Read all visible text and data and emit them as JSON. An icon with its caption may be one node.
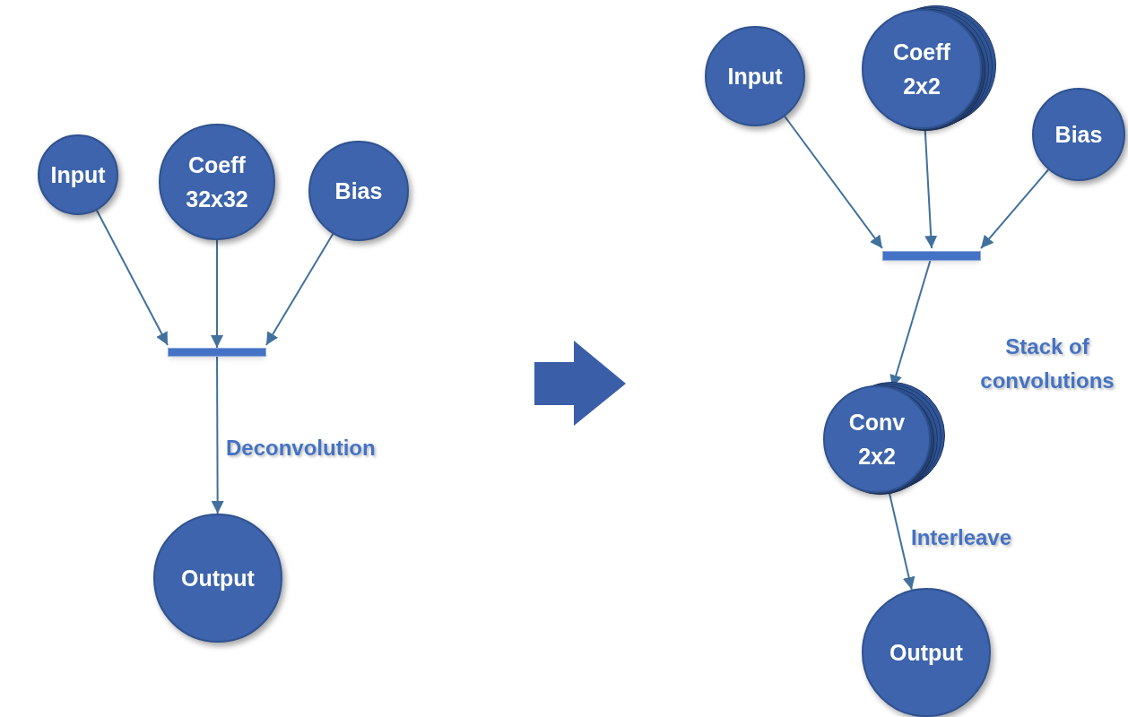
{
  "diagram": {
    "nodes": [
      {
        "text": [
          "Input"
        ]
      },
      {
        "text": [
          "Coeff 32x32"
        ]
      },
      {
        "text": [
          "Bias"
        ]
      },
      {
        "text": [],
        "shape": "bar"
      },
      {
        "text": [
          "Output"
        ]
      },
      {
        "text": [
          "Input"
        ]
      },
      {
        "text": [
          "Coeff 2x2"
        ]
      },
      {
        "text": [
          "Bias"
        ]
      },
      {
        "text": [],
        "shape": "bar"
      },
      {
        "text": [
          "Conv 2x2"
        ]
      },
      {
        "text": [
          "Output"
        ]
      }
    ],
    "edges": [
      {
        "from": 0,
        "to": 3,
        "arrow": "to"
      },
      {
        "from": 1,
        "to": 3,
        "arrow": "to"
      },
      {
        "from": 2,
        "to": 3,
        "arrow": "to"
      },
      {
        "from": 3,
        "to": 4,
        "arrow": "to",
        "label": "Deconvolution"
      },
      {
        "from": 5,
        "to": 8,
        "arrow": "to"
      },
      {
        "from": 6,
        "to": 8,
        "arrow": "to"
      },
      {
        "from": 7,
        "to": 8,
        "arrow": "to"
      },
      {
        "from": 8,
        "to": 9,
        "arrow": "to"
      },
      {
        "from": 9,
        "to": 10,
        "arrow": "to",
        "label": "Interleave"
      }
    ],
    "labels": [
      "Stack of convolutions"
    ]
  }
}
